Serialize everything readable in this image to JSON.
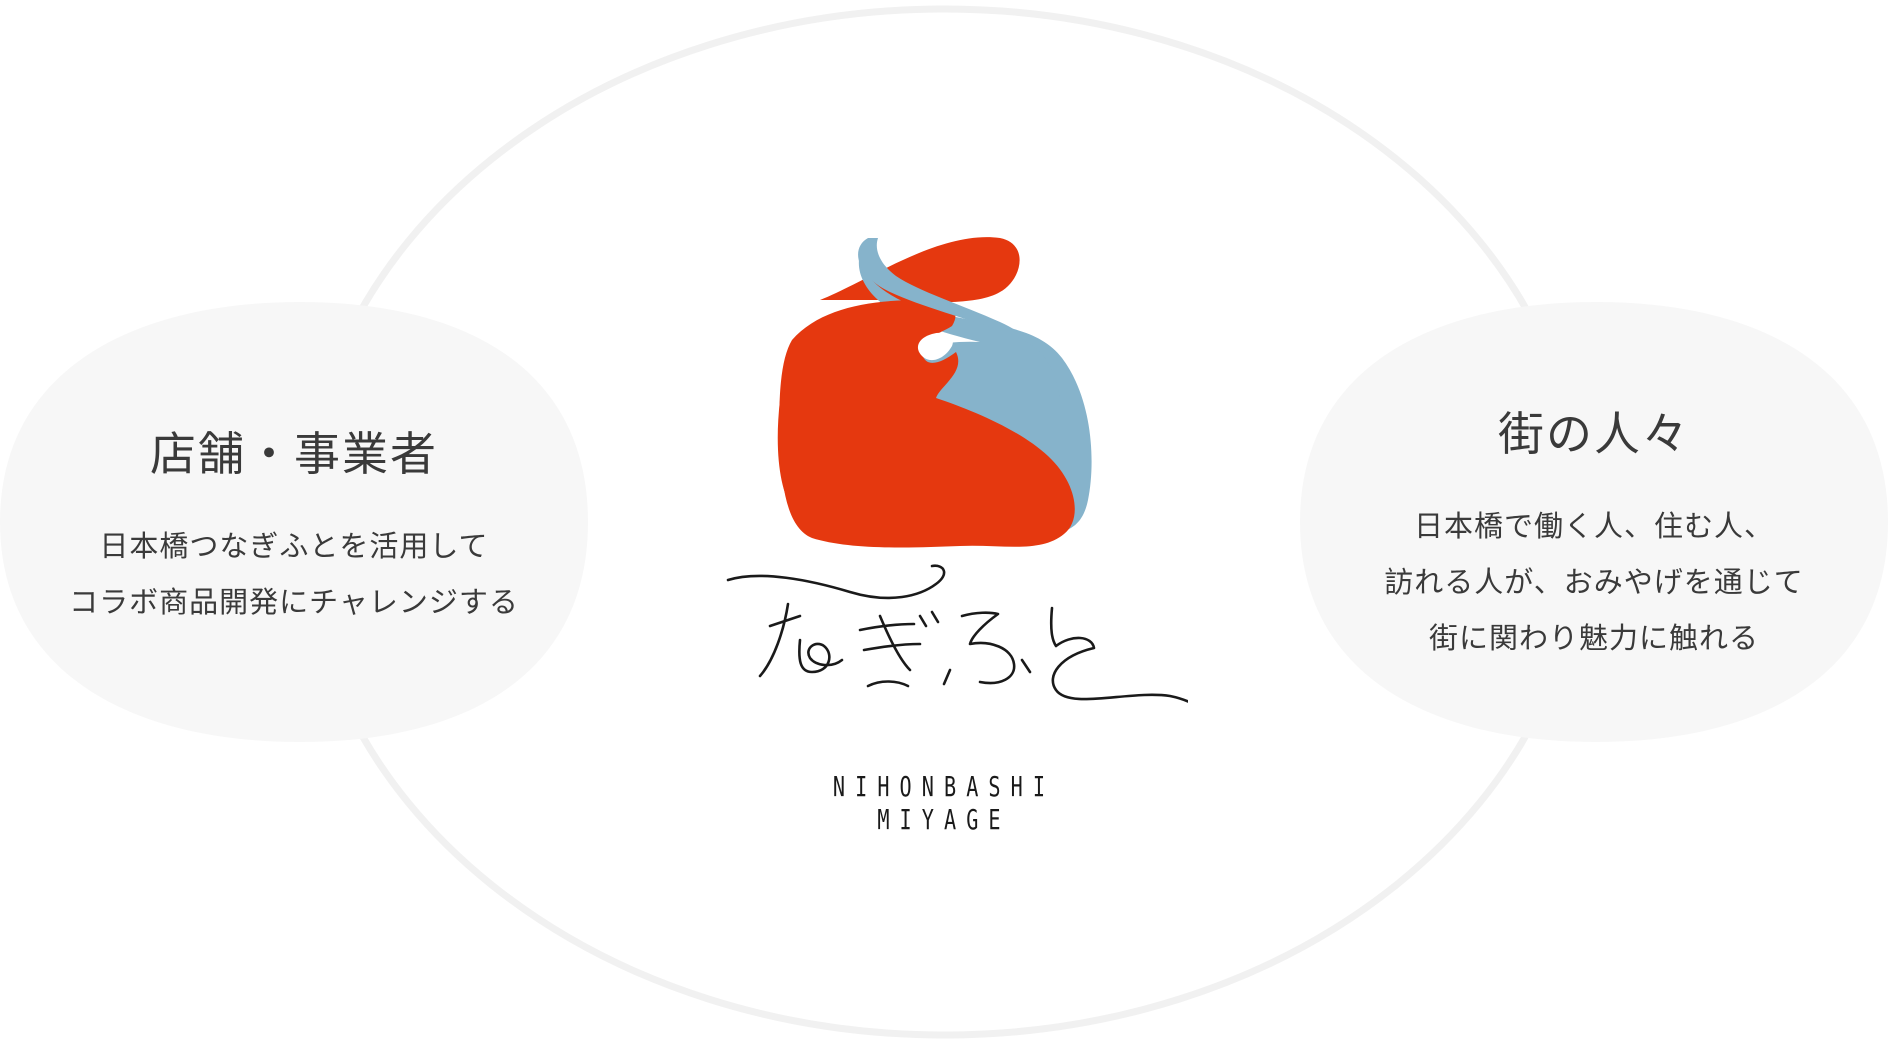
{
  "left_panel": {
    "title": "店舗・事業者",
    "lines": [
      "日本橋つなぎふとを活用して",
      "コラボ商品開発にチャレンジする"
    ]
  },
  "right_panel": {
    "title": "街の人々",
    "lines": [
      "日本橋で働く人、住む人、",
      "訪れる人が、おみやげを通じて",
      "街に関わり魅力に触れる"
    ]
  },
  "logo": {
    "tagline": "NIHONBASHI MIYAGE",
    "wordmark": "なぎふと",
    "colors": {
      "red": "#e5380f",
      "blue": "#86b3cb",
      "ink": "#1a1a1a"
    }
  },
  "colors": {
    "bubble_fill": "#f7f7f7",
    "ring_stroke": "#f1f1f1",
    "text": "#3a3a3a"
  }
}
